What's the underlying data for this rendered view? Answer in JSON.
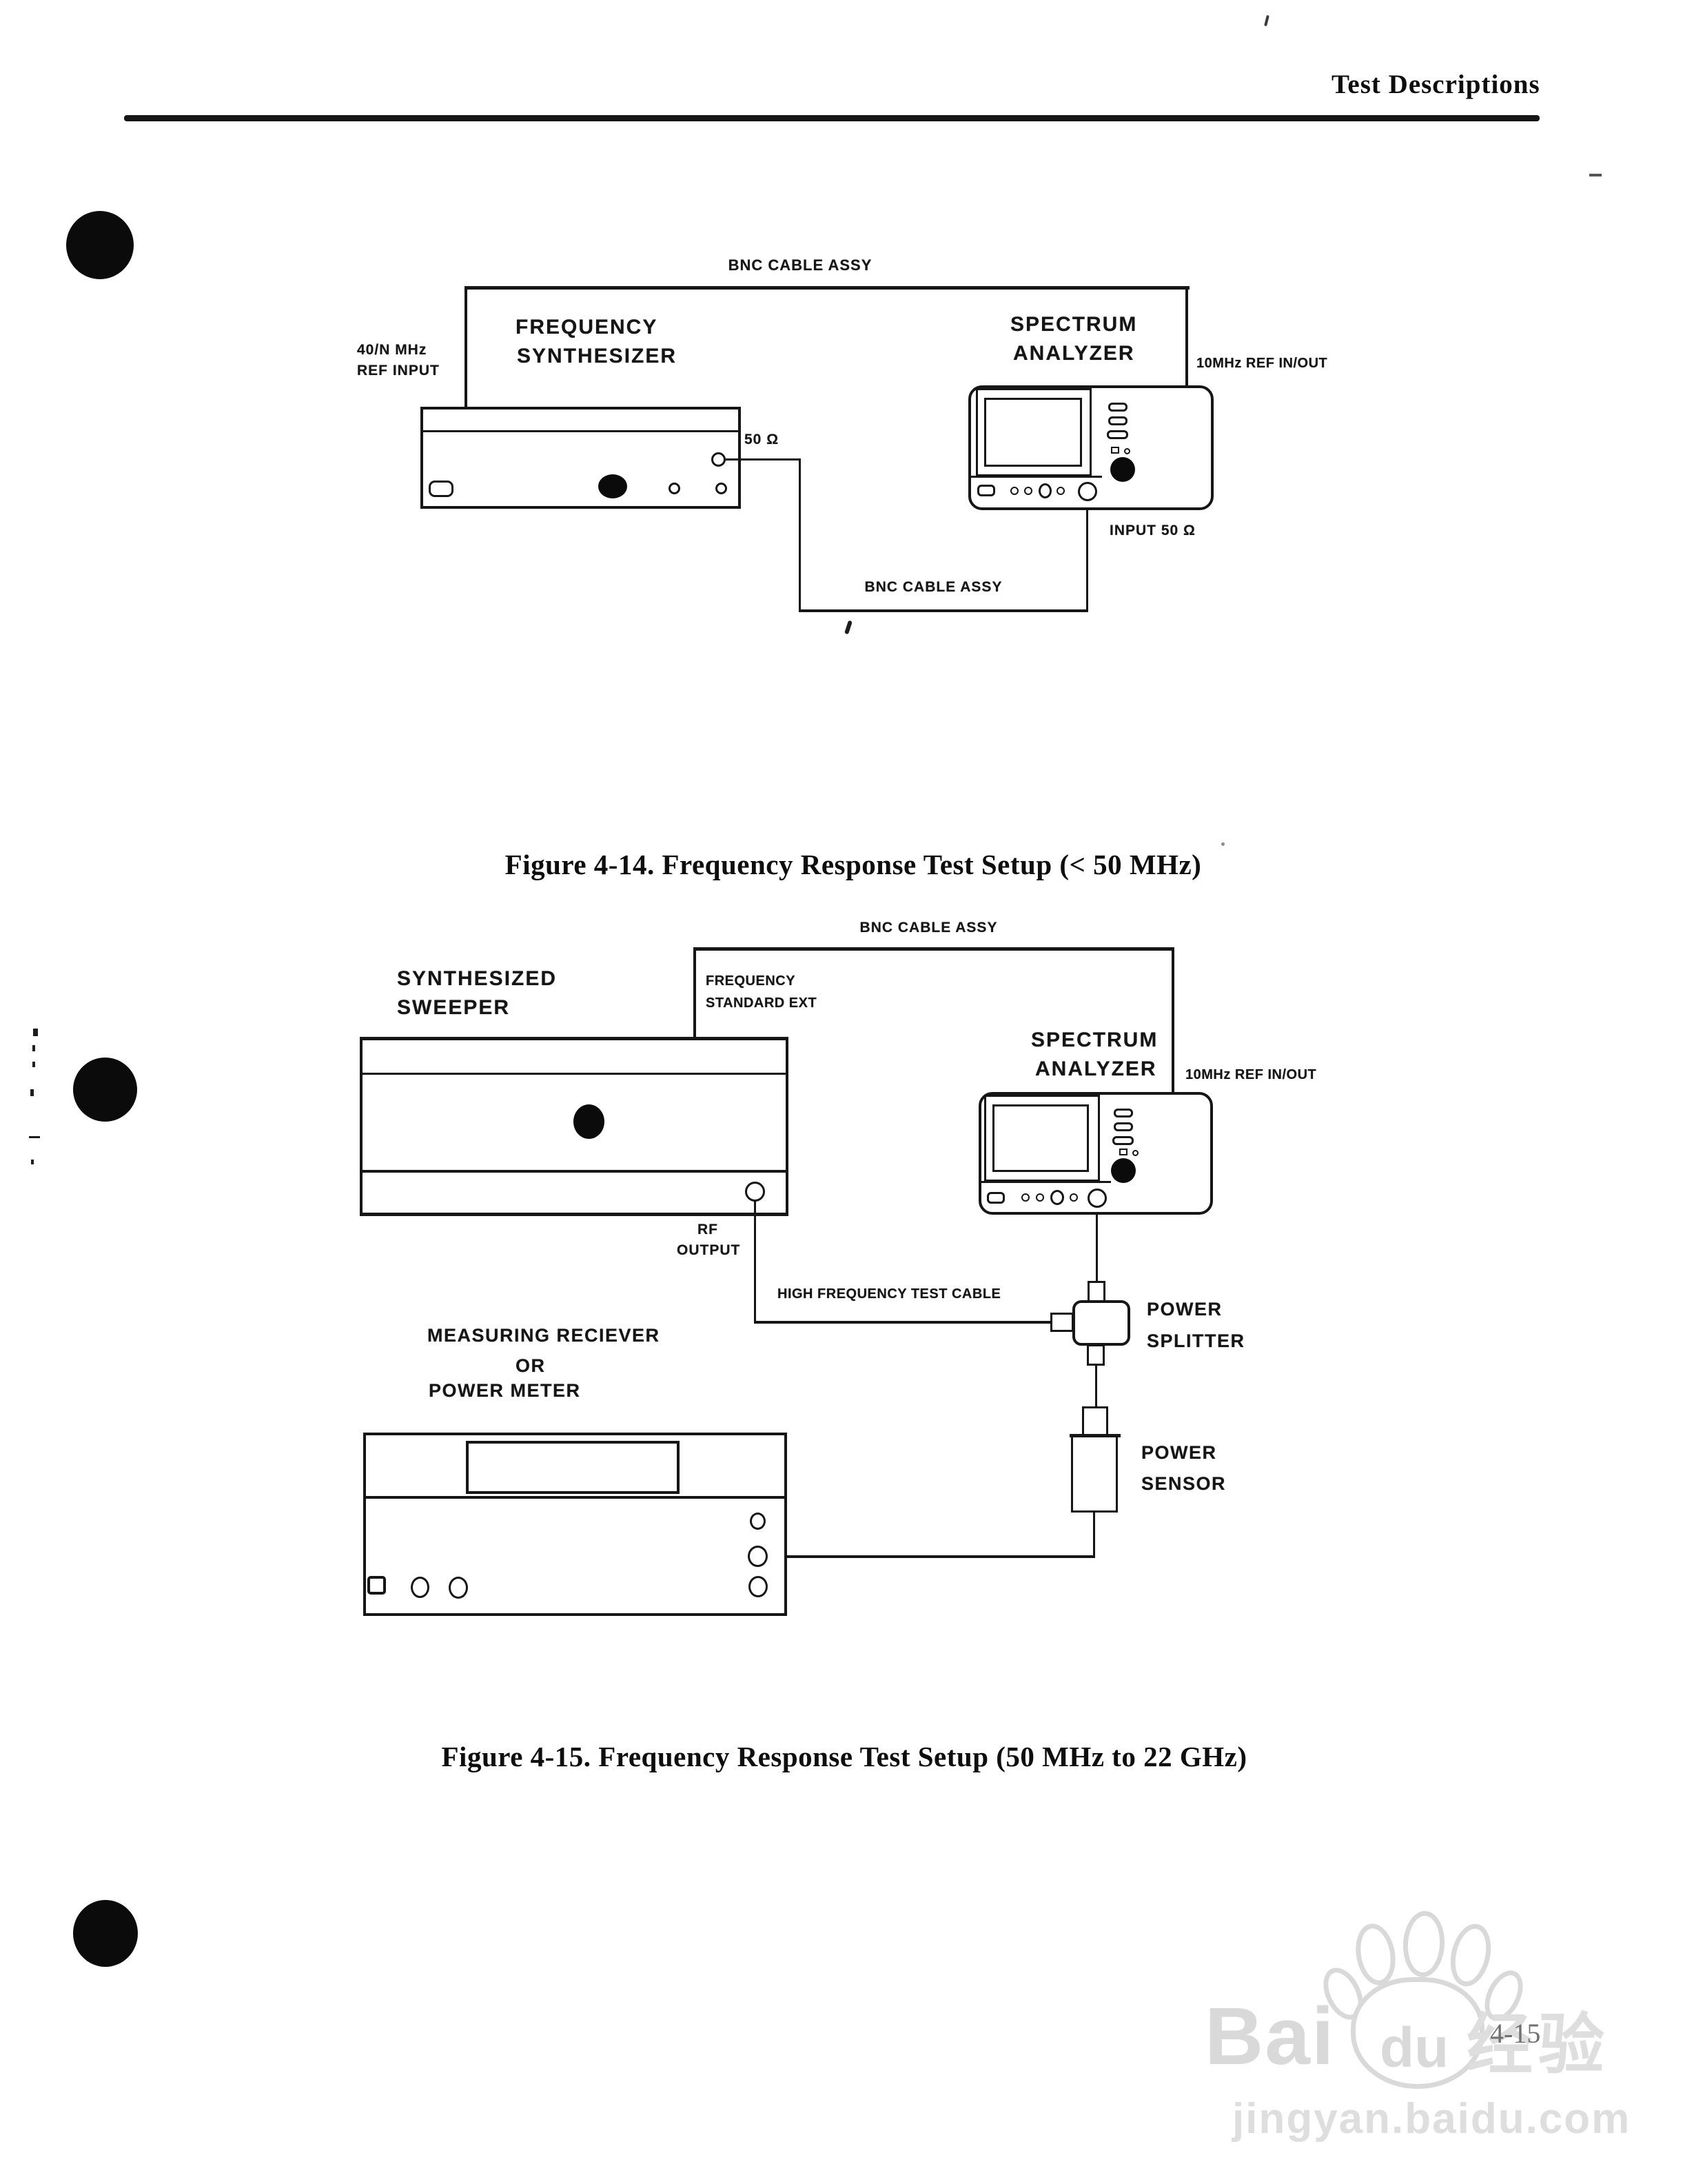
{
  "page": {
    "header": "Test Descriptions",
    "page_number": "4-15"
  },
  "figure1": {
    "caption": "Figure 4-14. Frequency Response Test Setup (< 50 MHz)",
    "labels": {
      "bnc_top": "BNC CABLE ASSY",
      "bnc_bottom": "BNC CABLE ASSY",
      "synthesizer_line1": "FREQUENCY",
      "synthesizer_line2": "SYNTHESIZER",
      "analyzer_line1": "SPECTRUM",
      "analyzer_line2": "ANALYZER",
      "ref_input_line1": "40/N MHz",
      "ref_input_line2": "REF INPUT",
      "ref_inout": "10MHz REF IN/OUT",
      "output_impedance": "50 Ω",
      "input_impedance": "INPUT 50 Ω"
    }
  },
  "figure2": {
    "caption": "Figure 4-15. Frequency Response Test Setup (50 MHz to 22 GHz)",
    "labels": {
      "bnc_top": "BNC CABLE ASSY",
      "sweeper_line1": "SYNTHESIZED",
      "sweeper_line2": "SWEEPER",
      "freq_std_line1": "FREQUENCY",
      "freq_std_line2": "STANDARD EXT",
      "analyzer_line1": "SPECTRUM",
      "analyzer_line2": "ANALYZER",
      "ref_inout": "10MHz REF IN/OUT",
      "rf_line1": "RF",
      "rf_line2": "OUTPUT",
      "test_cable": "HIGH FREQUENCY TEST CABLE",
      "splitter_line1": "POWER",
      "splitter_line2": "SPLITTER",
      "sensor_line1": "POWER",
      "sensor_line2": "SENSOR",
      "receiver_line1": "MEASURING RECIEVER",
      "receiver_line2": "OR",
      "receiver_line3": "POWER METER"
    }
  },
  "watermark": {
    "brand_prefix": "Bai",
    "brand_suffix": "du",
    "chinese": "经验",
    "url": "jingyan.baidu.com"
  }
}
